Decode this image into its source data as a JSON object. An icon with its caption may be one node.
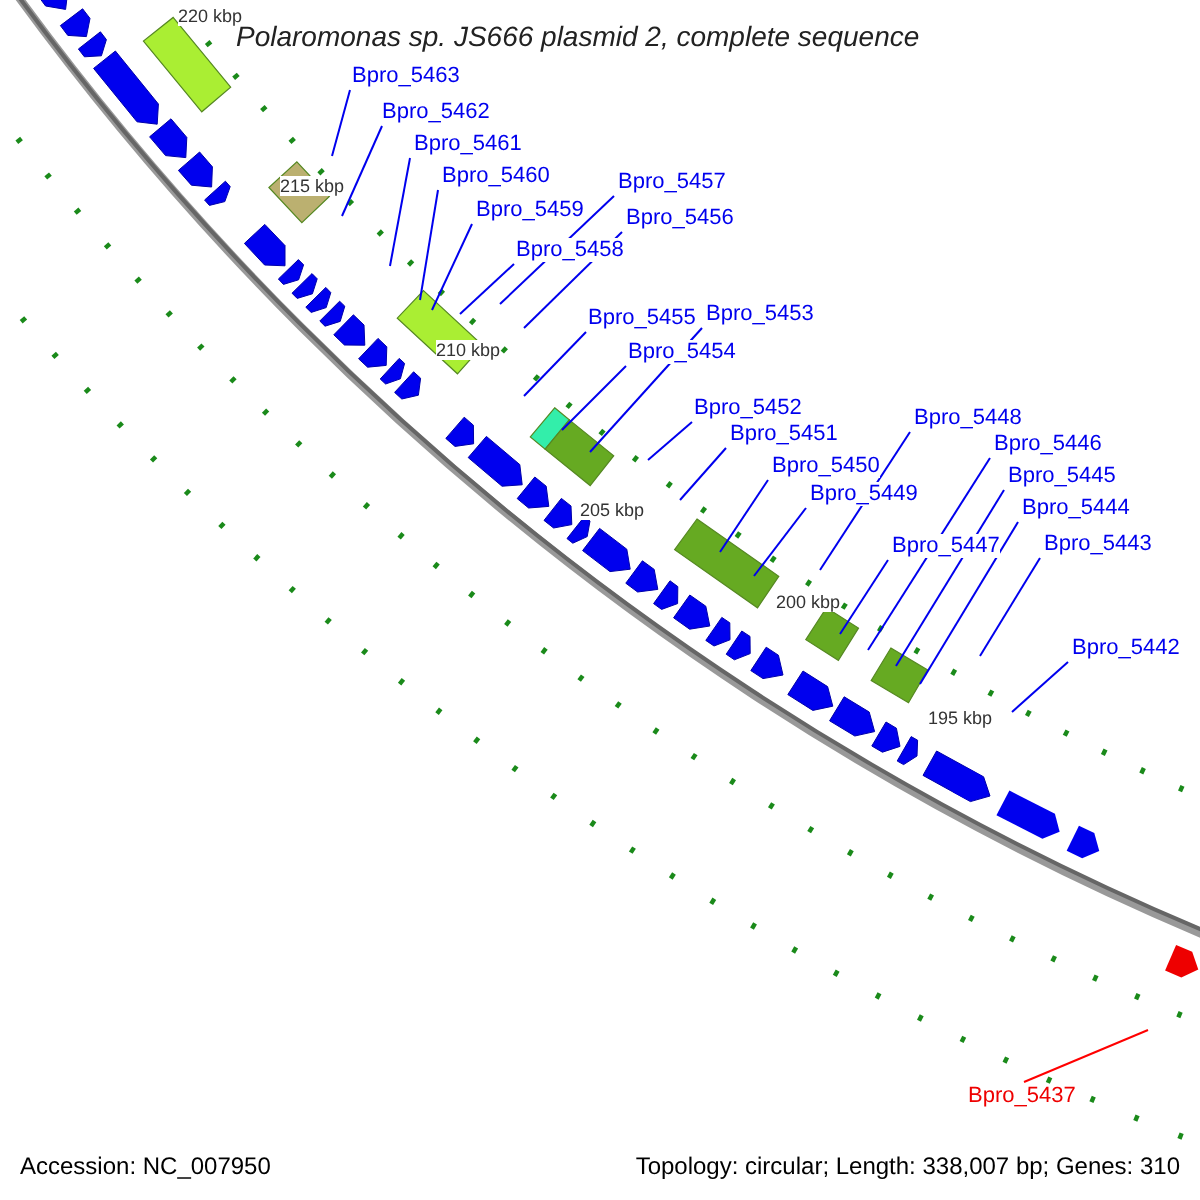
{
  "diagram": {
    "title": "Polaromonas sp. JS666 plasmid 2, complete sequence",
    "nodes": [
      {
        "text": [
          "Bpro_5463"
        ]
      },
      {
        "text": [
          "Bpro_5462"
        ]
      },
      {
        "text": [
          "Bpro_5461"
        ]
      },
      {
        "text": [
          "Bpro_5460"
        ]
      },
      {
        "text": [
          "Bpro_5459"
        ]
      },
      {
        "text": [
          "Bpro_5458"
        ]
      },
      {
        "text": [
          "Bpro_5457"
        ]
      },
      {
        "text": [
          "Bpro_5456"
        ]
      },
      {
        "text": [
          "Bpro_5455"
        ]
      },
      {
        "text": [
          "Bpro_5454"
        ]
      },
      {
        "text": [
          "Bpro_5453"
        ]
      },
      {
        "text": [
          "Bpro_5452"
        ]
      },
      {
        "text": [
          "Bpro_5451"
        ]
      },
      {
        "text": [
          "Bpro_5450"
        ]
      },
      {
        "text": [
          "Bpro_5449"
        ]
      },
      {
        "text": [
          "Bpro_5448"
        ]
      },
      {
        "text": [
          "Bpro_5447"
        ]
      },
      {
        "text": [
          "Bpro_5446"
        ]
      },
      {
        "text": [
          "Bpro_5445"
        ]
      },
      {
        "text": [
          "Bpro_5444"
        ]
      },
      {
        "text": [
          "Bpro_5443"
        ]
      },
      {
        "text": [
          "Bpro_5442"
        ]
      },
      {
        "text": [
          "Bpro_5437"
        ]
      }
    ],
    "edges": [
      {
        "from": 0,
        "to": null,
        "arrow": "none"
      },
      {
        "from": 1,
        "to": null,
        "arrow": "none"
      },
      {
        "from": 2,
        "to": null,
        "arrow": "none"
      },
      {
        "from": 3,
        "to": null,
        "arrow": "none"
      },
      {
        "from": 4,
        "to": null,
        "arrow": "none"
      },
      {
        "from": 5,
        "to": null,
        "arrow": "none"
      },
      {
        "from": 6,
        "to": null,
        "arrow": "none"
      },
      {
        "from": 7,
        "to": null,
        "arrow": "none"
      },
      {
        "from": 8,
        "to": null,
        "arrow": "none"
      },
      {
        "from": 9,
        "to": null,
        "arrow": "none"
      },
      {
        "from": 10,
        "to": null,
        "arrow": "none"
      },
      {
        "from": 11,
        "to": null,
        "arrow": "none"
      },
      {
        "from": 12,
        "to": null,
        "arrow": "none"
      },
      {
        "from": 13,
        "to": null,
        "arrow": "none"
      },
      {
        "from": 14,
        "to": null,
        "arrow": "none"
      },
      {
        "from": 15,
        "to": null,
        "arrow": "none"
      },
      {
        "from": 16,
        "to": null,
        "arrow": "none"
      },
      {
        "from": 17,
        "to": null,
        "arrow": "none"
      },
      {
        "from": 18,
        "to": null,
        "arrow": "none"
      },
      {
        "from": 19,
        "to": null,
        "arrow": "none"
      },
      {
        "from": 20,
        "to": null,
        "arrow": "none"
      },
      {
        "from": 21,
        "to": null,
        "arrow": "none"
      },
      {
        "from": 22,
        "to": null,
        "arrow": "none",
        "color": "#ff0000"
      }
    ],
    "labels": [
      "220 kbp",
      "215 kbp",
      "210 kbp",
      "205 kbp",
      "200 kbp",
      "195 kbp",
      "Accession: NC_007950",
      "Topology: circular; Length: 338,007 bp; Genes: 310"
    ]
  }
}
